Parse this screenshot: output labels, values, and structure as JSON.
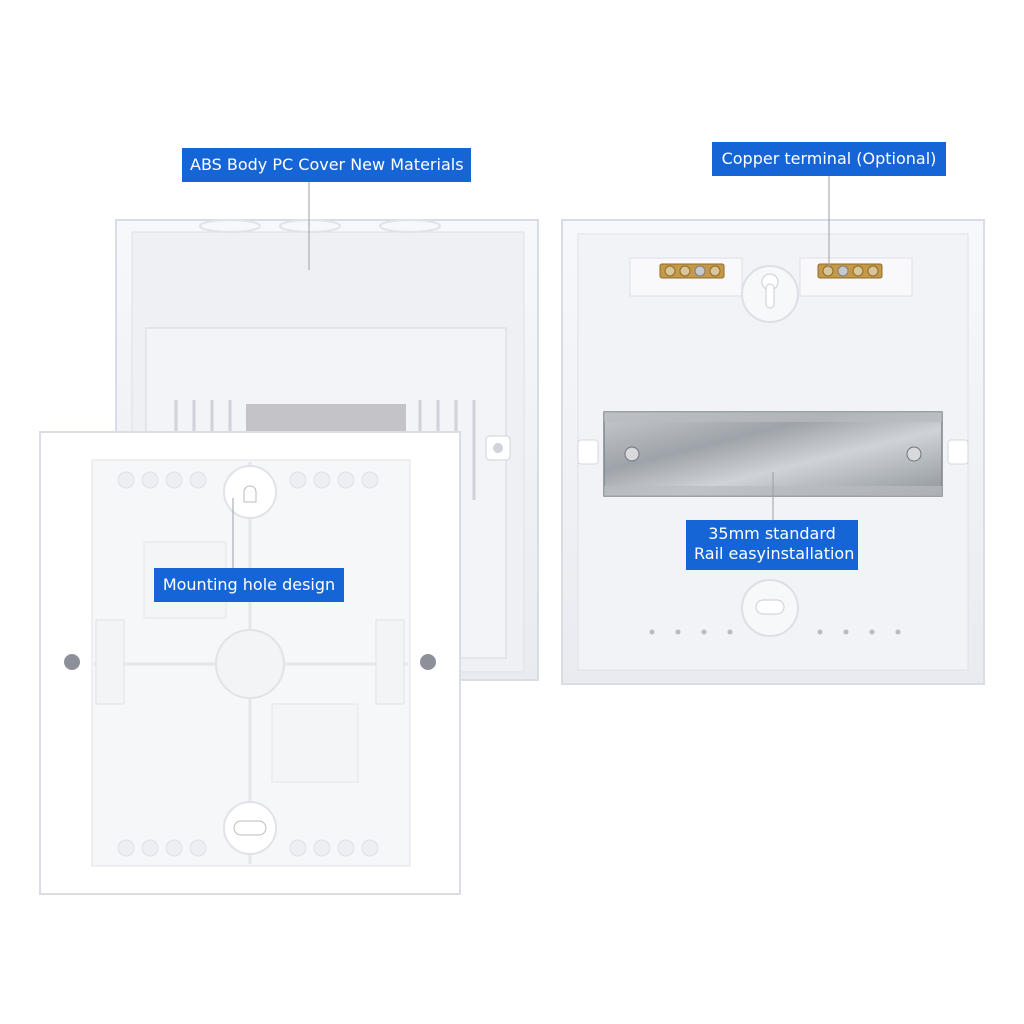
{
  "callouts": {
    "abs_body": "ABS Body PC Cover New Materials",
    "copper_terminal": "Copper terminal (Optional)",
    "mounting_hole": "Mounting hole design",
    "rail_line1": "35mm standard",
    "rail_line2": "Rail easyinstallation"
  },
  "colors": {
    "label_background": "#1565d6",
    "label_text": "#ffffff",
    "housing_white": "#f4f5f8",
    "rail_metal": "#a9adb2",
    "copper": "#c49a4a"
  }
}
